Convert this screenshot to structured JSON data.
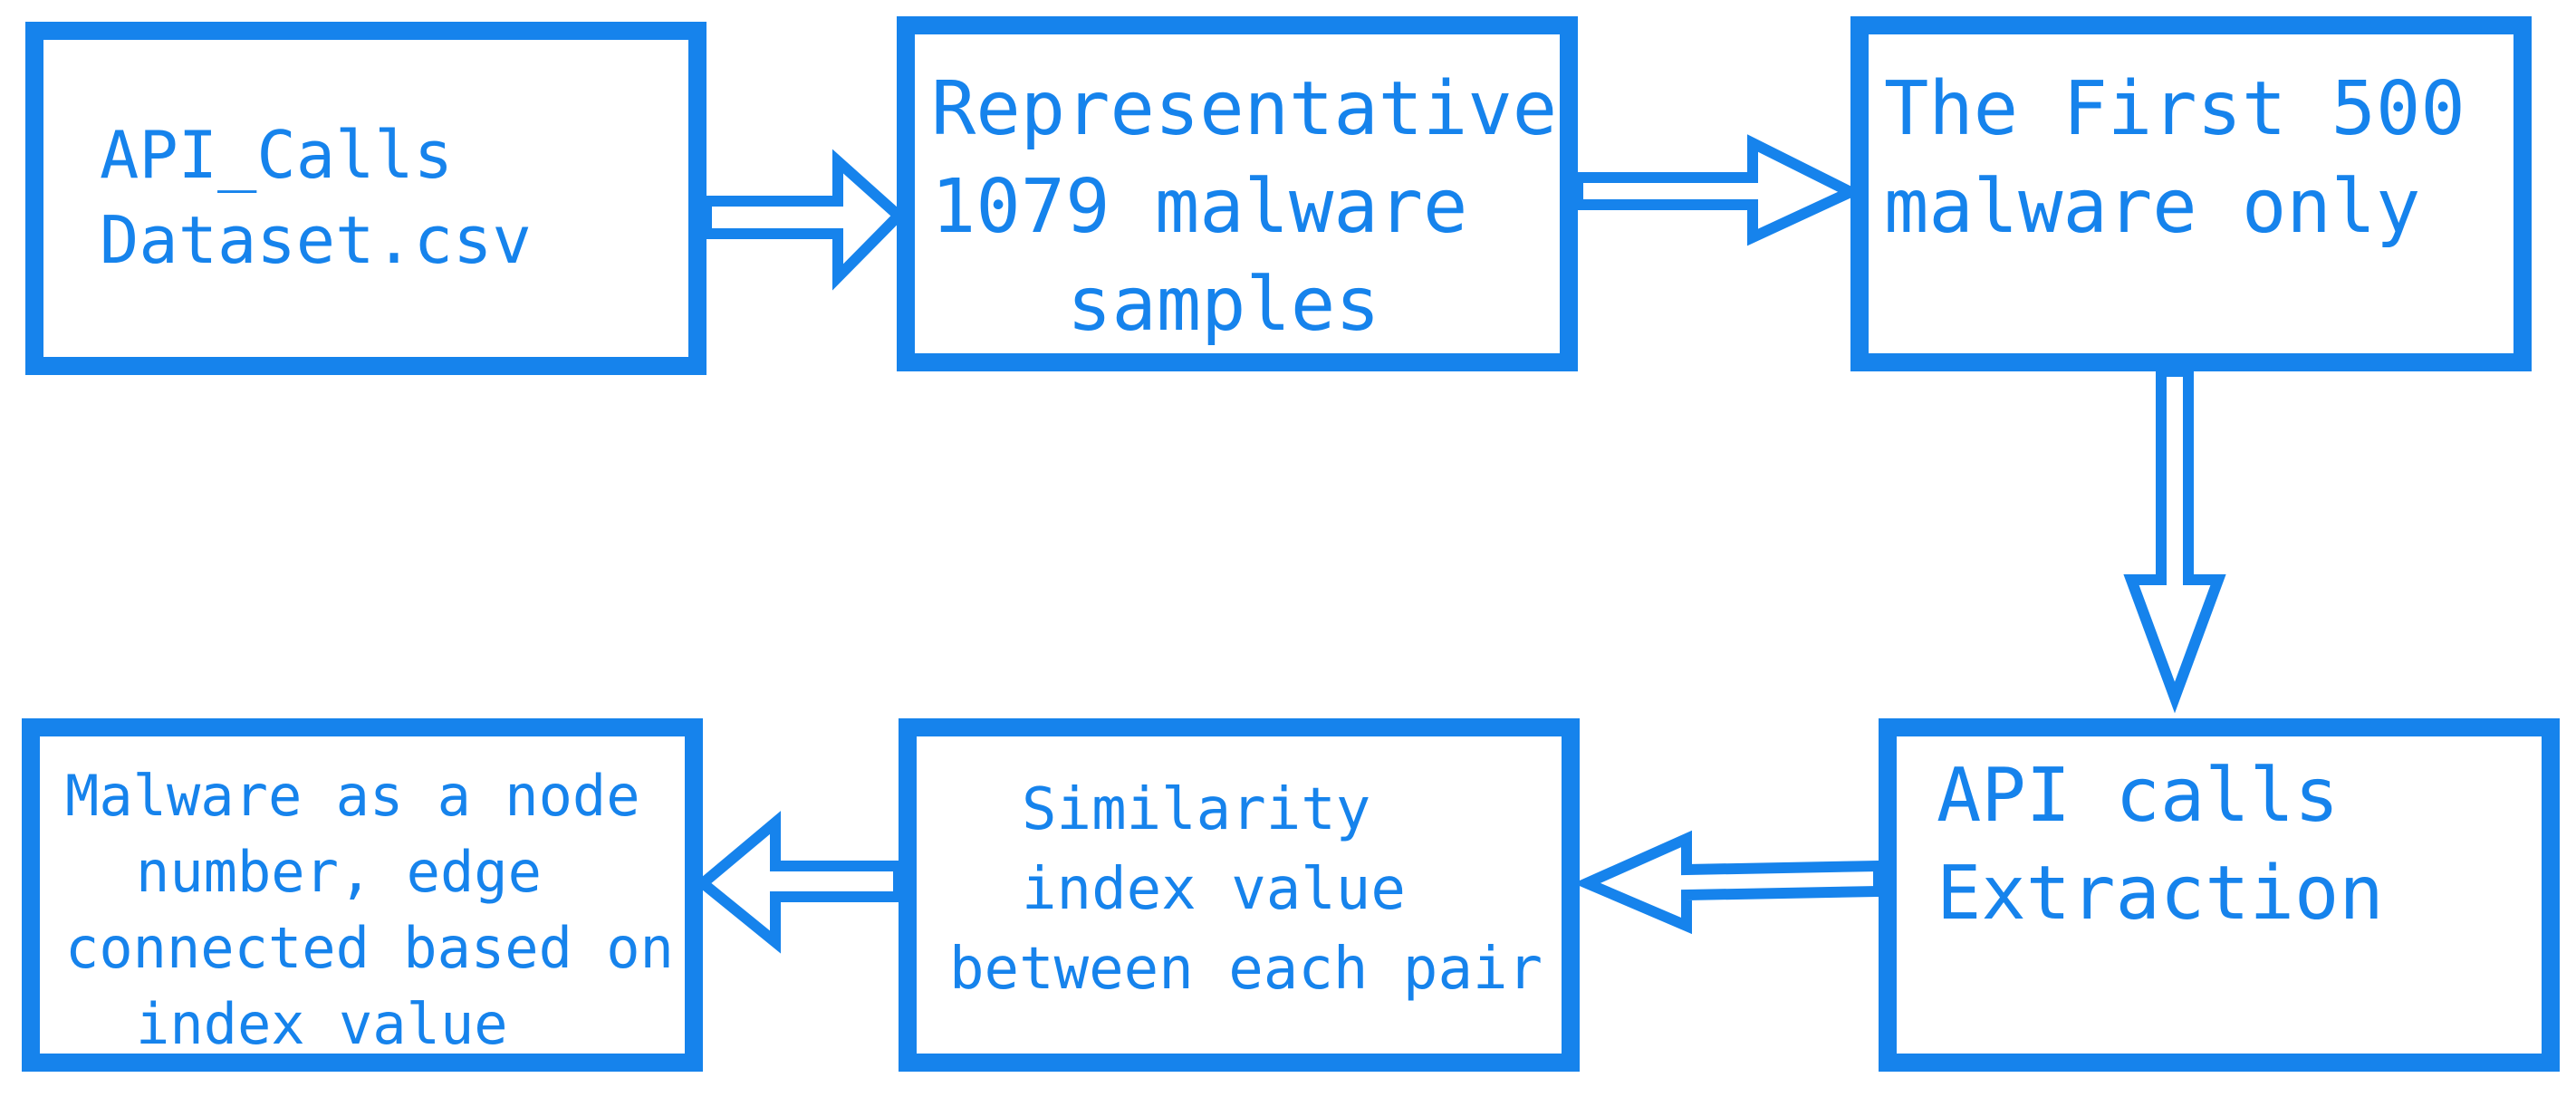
{
  "colors": {
    "accent": "#1683ec",
    "background": "#ffffff"
  },
  "nodes": [
    {
      "id": "dataset",
      "lines": [
        "API_Calls",
        "Dataset.csv"
      ]
    },
    {
      "id": "representative",
      "lines": [
        "Representative",
        "1079 malware",
        "samples"
      ]
    },
    {
      "id": "first500",
      "lines": [
        "The First 500",
        "malware only"
      ]
    },
    {
      "id": "extraction",
      "lines": [
        "API calls",
        "Extraction"
      ]
    },
    {
      "id": "similarity",
      "lines": [
        "Similarity",
        "index value",
        "between each pair"
      ]
    },
    {
      "id": "graph",
      "lines": [
        "Malware as a node",
        "number, edge",
        "connected based on",
        "index value"
      ]
    }
  ],
  "edges": [
    {
      "from": "dataset",
      "to": "representative"
    },
    {
      "from": "representative",
      "to": "first500"
    },
    {
      "from": "first500",
      "to": "extraction"
    },
    {
      "from": "extraction",
      "to": "similarity"
    },
    {
      "from": "similarity",
      "to": "graph"
    }
  ]
}
